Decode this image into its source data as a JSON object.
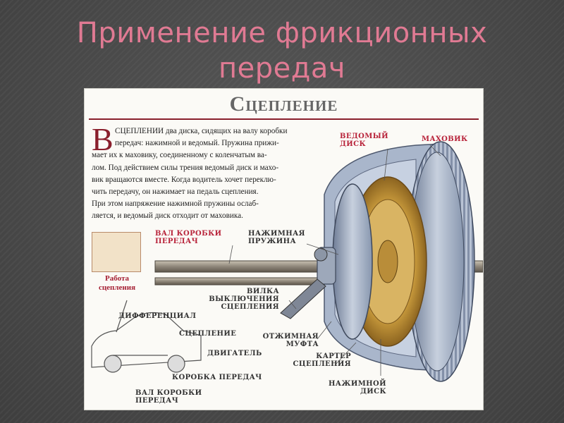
{
  "slide": {
    "title_line1": "Применение фрикционных",
    "title_line2": "передач"
  },
  "figure": {
    "header": "Сцепление",
    "drop_cap": "В",
    "body_lines": [
      "СЦЕПЛЕНИИ два диска, сидящих на валу коробки",
      "передач: нажимной и ведомый. Пружина прижи-",
      "мает их к маховику, соединенному с коленчатым ва-",
      "лом. Под действием силы трения ведомый диск и махо-",
      "вик вращаются вместе. Когда водитель хочет переклю-",
      "чить передачу, он нажимает на педаль сцепления.",
      "При этом напряжение нажимной пружины ослаб-",
      "ляется, и ведомый диск отходит от маховика."
    ],
    "thumb_caption_1": "Работа",
    "thumb_caption_2": "сцепления",
    "labels": {
      "driven_disk_1": "ВЕДОМЫЙ",
      "driven_disk_2": "ДИСК",
      "flywheel": "МАХОВИК",
      "shaft_1": "ВАЛ КОРОБКИ",
      "shaft_2": "ПЕРЕДАЧ",
      "spring_1": "НАЖИМНАЯ",
      "spring_2": "ПРУЖИНА",
      "fork_1": "ВИЛКА",
      "fork_2": "ВЫКЛЮЧЕНИЯ",
      "fork_3": "СЦЕПЛЕНИЯ",
      "release_1": "ОТЖИМНАЯ",
      "release_2": "МУФТА",
      "housing_1": "КАРТЕР",
      "housing_2": "СЦЕПЛЕНИЯ",
      "pressure_1": "НАЖИМНОЙ",
      "pressure_2": "ДИСК",
      "car_diff": "ДИФФЕРЕНЦИАЛ",
      "car_clutch": "СЦЕПЛЕНИЕ",
      "car_engine": "ДВИГАТЕЛЬ",
      "car_gearbox": "КОРОБКА ПЕРЕДАЧ",
      "car_shaft_1": "ВАЛ КОРОБКИ",
      "car_shaft_2": "ПЕРЕДАЧ"
    },
    "colors": {
      "accent_red": "#b8233a",
      "title_pink": "#e07a93",
      "disk_gold": "#c89a3c",
      "metal_blue": "#9aa9c2"
    }
  }
}
